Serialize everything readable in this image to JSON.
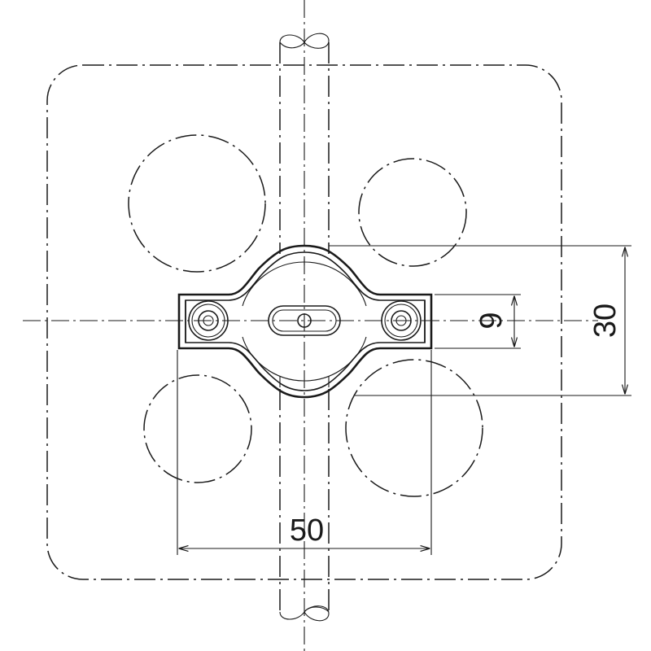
{
  "dimensions": {
    "width_label": "50",
    "height_label": "30",
    "hole_label": "9"
  }
}
